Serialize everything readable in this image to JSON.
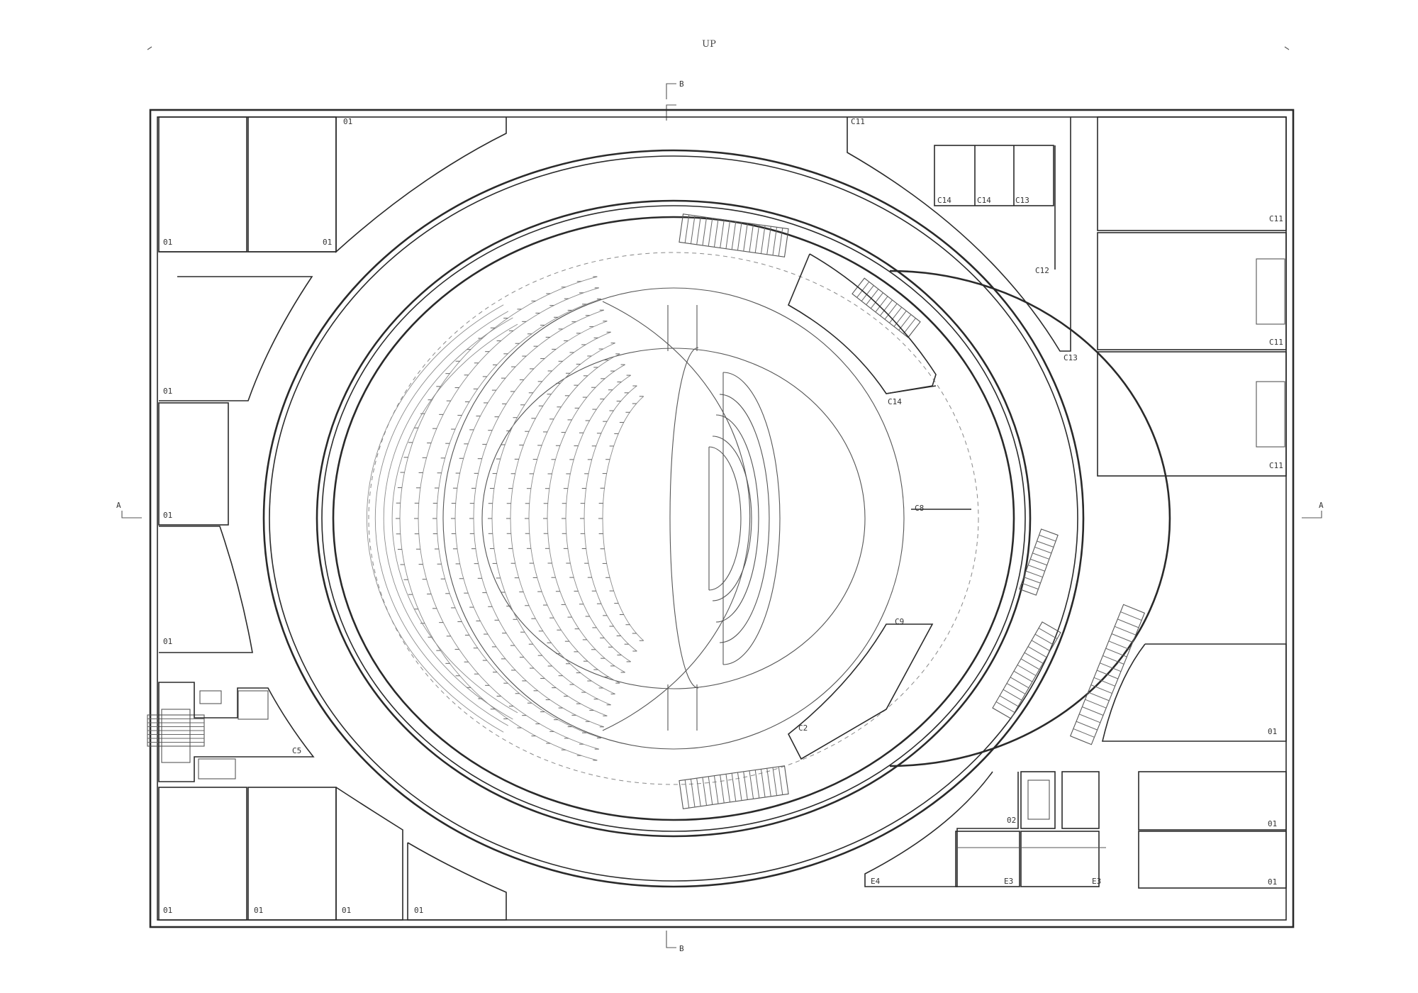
{
  "drawing": {
    "title_mark": "UP"
  },
  "section_marks": {
    "top": "B",
    "bottom": "B",
    "left": "A",
    "right": "A"
  },
  "room_labels": {
    "r01": [
      "01",
      "01",
      "01",
      "01",
      "01",
      "01",
      "01",
      "01",
      "01",
      "01",
      "01",
      "01",
      "01"
    ],
    "c11": [
      "C11",
      "C11",
      "C11",
      "C11"
    ],
    "wc": [
      "C14",
      "C14",
      "C13"
    ],
    "c12": "C12",
    "c13": "C13",
    "c14": "C14",
    "c8": "C8",
    "c9": "C9",
    "c2": "C2",
    "c5": "C5",
    "e2": "02",
    "e3": [
      "E3",
      "E3"
    ],
    "e4": "E4"
  }
}
